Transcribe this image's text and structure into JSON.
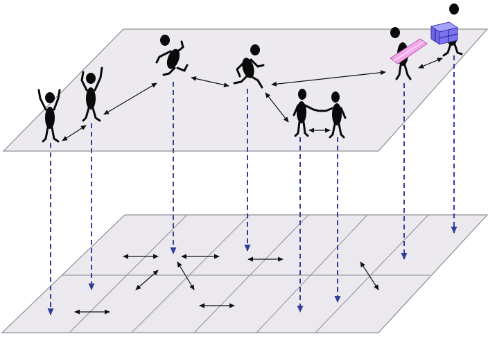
{
  "diagram": {
    "colors": {
      "plane_fill": "#ebe8ee",
      "plane_stroke": "#7a7a80",
      "grid_stroke": "#8e8e94",
      "dashed_arrow": "#2f3d9c",
      "interaction_arrow": "#111111",
      "figure": "#0a0a0a",
      "pink_box": "#f4a8ec",
      "purple_box": "#7b74ee"
    },
    "figures": [
      {
        "id": "figure-waving-1",
        "icon": "stick-figure-waving"
      },
      {
        "id": "figure-waving-2",
        "icon": "stick-figure-waving"
      },
      {
        "id": "figure-running-1",
        "icon": "stick-figure-running"
      },
      {
        "id": "figure-running-2",
        "icon": "stick-figure-running"
      },
      {
        "id": "figure-handshake-left",
        "icon": "stick-figure-handshake"
      },
      {
        "id": "figure-handshake-right",
        "icon": "stick-figure-handshake"
      },
      {
        "id": "figure-carrying-pink-box",
        "icon": "stick-figure-carrying-box"
      },
      {
        "id": "figure-carrying-purple-gift",
        "icon": "stick-figure-carrying-gift"
      }
    ]
  }
}
